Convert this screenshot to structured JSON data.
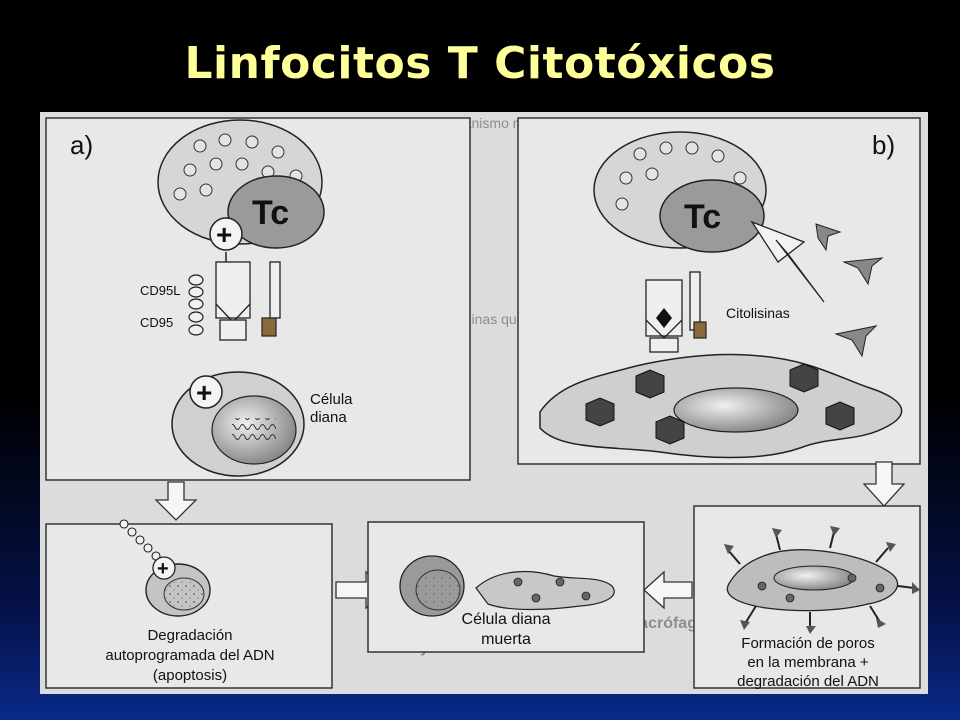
{
  "slide": {
    "title": "Linfocitos T Citotóxicos"
  },
  "figure": {
    "panel_a": {
      "letter": "a)",
      "cell_label": "Tc",
      "plus_sign": "+",
      "ligand_label": "CD95L",
      "receptor_label": "CD95",
      "target_label_line1": "Célula",
      "target_label_line2": "diana"
    },
    "panel_b": {
      "letter": "b)",
      "cell_label": "Tc",
      "cytolysin_label": "Citolisinas"
    },
    "bottom": {
      "apoptosis_plus": "+",
      "apoptosis_line1": "Degradación",
      "apoptosis_line2": "autoprogramada del ADN",
      "apoptosis_line3": "(apoptosis)",
      "dead_line1": "Célula diana",
      "dead_line2": "muerta",
      "pore_line1": "Formación de poros",
      "pore_line2": "en la membrana +",
      "pore_line3": "degradación del ADN"
    },
    "background_text": {
      "line1": "Pero éste es el mecanismo más importante para la",
      "line2": "les dos inmunoglobulinas que estos se ocupan",
      "line3": "Los linfocitos B activan a los macrófagos",
      "line4": "y a los linfocitos NK"
    }
  }
}
